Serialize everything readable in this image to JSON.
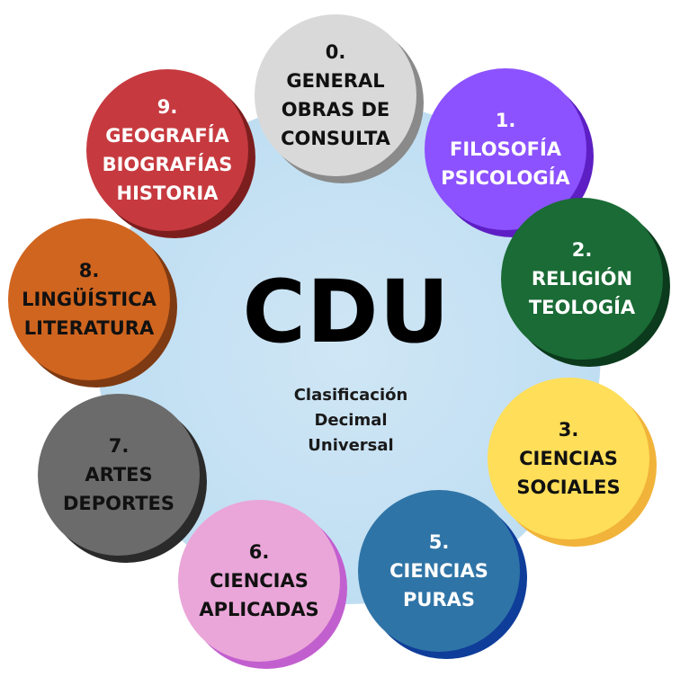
{
  "center": {
    "title": "CDU",
    "subtitle_lines": [
      "Clasificación",
      "Decimal",
      "Universal"
    ],
    "disc_color": "#c6e1f3"
  },
  "nodes": [
    {
      "number": "0.",
      "lines": [
        "GENERAL",
        "OBRAS DE",
        "CONSULTA"
      ],
      "color": "#d9d9d9",
      "text_color": "#111111"
    },
    {
      "number": "1.",
      "lines": [
        "FILOSOFÍA",
        "PSICOLOGÍA"
      ],
      "color": "#8c52ff",
      "text_color": "#ffffff"
    },
    {
      "number": "2.",
      "lines": [
        "RELIGIÓN",
        "TEOLOGÍA"
      ],
      "color": "#1a6b35",
      "text_color": "#ffffff"
    },
    {
      "number": "3.",
      "lines": [
        "CIENCIAS",
        "SOCIALES"
      ],
      "color": "#ffde59",
      "text_color": "#111111"
    },
    {
      "number": "5.",
      "lines": [
        "CIENCIAS",
        "PURAS"
      ],
      "color": "#2f74a6",
      "text_color": "#ffffff"
    },
    {
      "number": "6.",
      "lines": [
        "CIENCIAS",
        "APLICADAS"
      ],
      "color": "#eaa6d8",
      "text_color": "#111111"
    },
    {
      "number": "7.",
      "lines": [
        "ARTES",
        "DEPORTES"
      ],
      "color": "#6b6b6b",
      "text_color": "#111111"
    },
    {
      "number": "8.",
      "lines": [
        "LINGÜÍSTICA",
        "LITERATURA"
      ],
      "color": "#d0651f",
      "text_color": "#111111"
    },
    {
      "number": "9.",
      "lines": [
        "GEOGRAFÍA",
        "BIOGRAFÍAS",
        "HISTORIA"
      ],
      "color": "#c63a3f",
      "text_color": "#ffffff"
    }
  ]
}
